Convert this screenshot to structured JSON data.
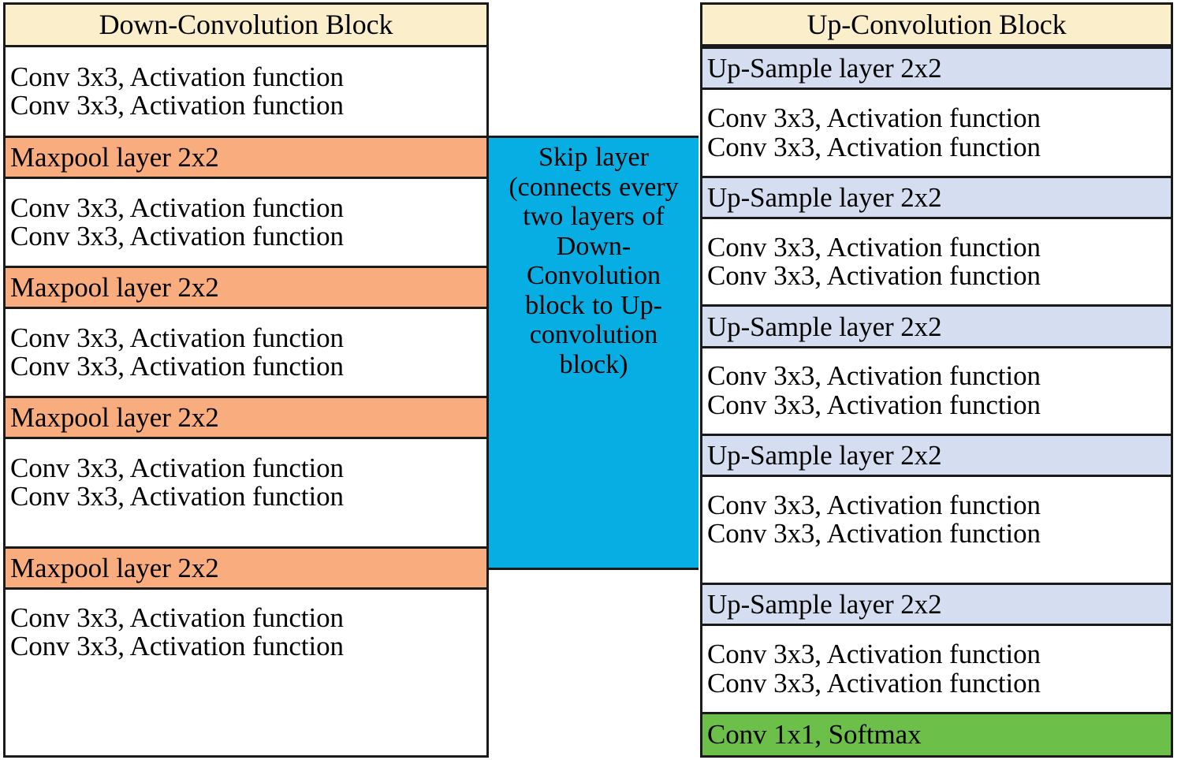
{
  "diagram": {
    "title": "U-Net block structure diagram",
    "colors": {
      "header_cream": "#fbeecb",
      "maxpool_orange": "#f9ad7e",
      "upsample_light_blue": "#d4def0",
      "skip_blue": "#06aee3",
      "softmax_green": "#6cc04a",
      "border_black": "#1a1a1a",
      "cell_white": "#ffffff"
    },
    "down_block": {
      "header": "Down-Convolution Block",
      "groups": [
        {
          "conv_lines": [
            "Conv 3x3, Activation function",
            "Conv 3x3, Activation function"
          ],
          "pool": "Maxpool layer 2x2"
        },
        {
          "conv_lines": [
            "Conv 3x3, Activation function",
            "Conv 3x3, Activation function"
          ],
          "pool": "Maxpool layer 2x2"
        },
        {
          "conv_lines": [
            "Conv 3x3, Activation function",
            "Conv 3x3, Activation function"
          ],
          "pool": "Maxpool layer 2x2"
        },
        {
          "conv_lines": [
            "Conv 3x3, Activation function",
            "Conv 3x3, Activation function"
          ],
          "pool": "Maxpool layer 2x2"
        }
      ],
      "final_conv_lines": [
        "Conv 3x3, Activation function",
        "Conv 3x3, Activation function"
      ]
    },
    "skip_layer": {
      "text": "Skip layer (connects every two layers of Down-Convolution block to Up-convolution block)"
    },
    "up_block": {
      "header": "Up-Convolution Block",
      "groups": [
        {
          "upsample": "Up-Sample layer 2x2",
          "conv_lines": [
            "Conv 3x3, Activation function",
            "Conv 3x3, Activation function"
          ]
        },
        {
          "upsample": "Up-Sample layer 2x2",
          "conv_lines": [
            "Conv 3x3, Activation function",
            "Conv 3x3, Activation function"
          ]
        },
        {
          "upsample": "Up-Sample layer 2x2",
          "conv_lines": [
            "Conv 3x3, Activation function",
            "Conv 3x3, Activation function"
          ]
        },
        {
          "upsample": "Up-Sample layer 2x2",
          "conv_lines": [
            "Conv 3x3, Activation function",
            "Conv 3x3, Activation function"
          ]
        },
        {
          "upsample": "Up-Sample layer 2x2",
          "conv_lines": [
            "Conv 3x3, Activation function",
            "Conv 3x3, Activation function"
          ]
        }
      ],
      "output": "Conv 1x1, Softmax"
    }
  }
}
